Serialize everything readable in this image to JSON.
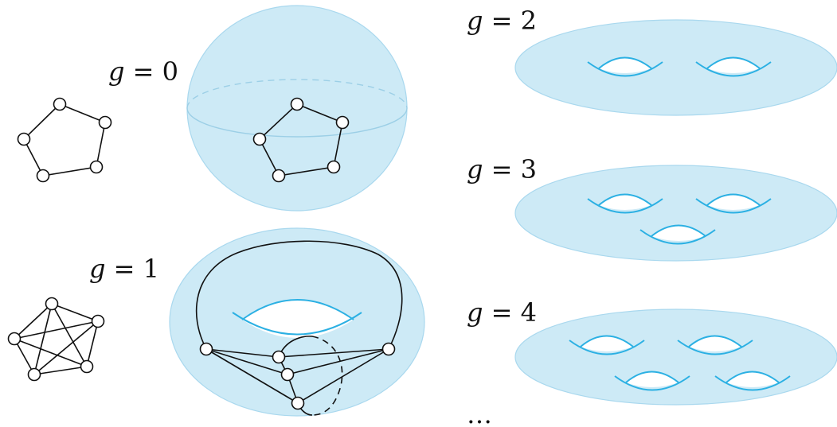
{
  "labels": {
    "g0": "g = 0",
    "g1": "g = 1",
    "g2": "g = 2",
    "g3": "g = 3",
    "g4": "g = 4",
    "ellipsis": "…"
  },
  "colors": {
    "surface": "#cdeaf6",
    "hole_outline": "#2bb0e3",
    "graph": "#111111"
  }
}
